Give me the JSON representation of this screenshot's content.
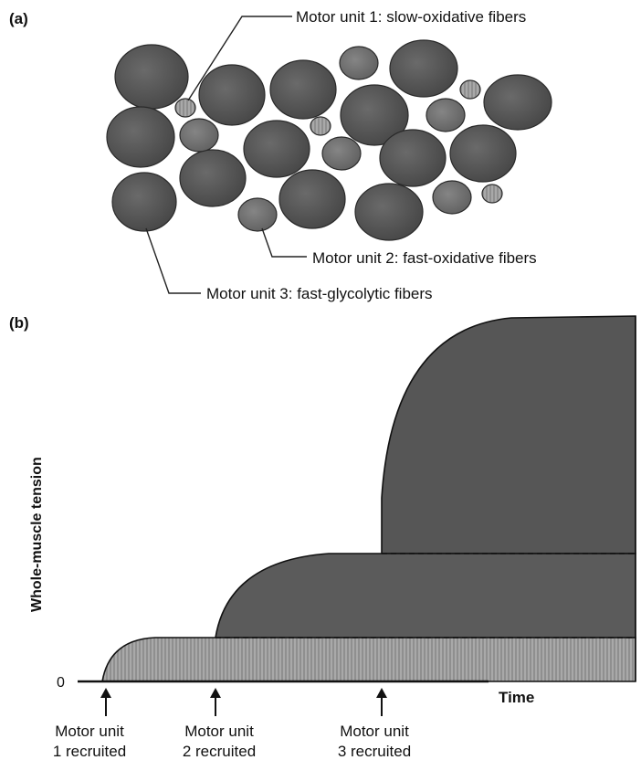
{
  "panel_a": {
    "label": "(a)",
    "callouts": {
      "unit1": "Motor unit 1: slow-oxidative fibers",
      "unit2": "Motor unit 2: fast-oxidative fibers",
      "unit3": "Motor unit 3: fast-glycolytic fibers"
    },
    "colors": {
      "slow_oxidative": "#8a8a8a",
      "fast_oxidative": "#6c6c6c",
      "fast_glycolytic": "#505050"
    }
  },
  "panel_b": {
    "label": "(b)",
    "y_axis_label": "Whole-muscle tension",
    "x_axis_label": "Time",
    "zero_label": "0",
    "recruitment": [
      {
        "line1": "Motor unit",
        "line2": "1 recruited"
      },
      {
        "line1": "Motor unit",
        "line2": "2 recruited"
      },
      {
        "line1": "Motor unit",
        "line2": "3 recruited"
      }
    ],
    "colors": {
      "unit1_fill": "#a8a8a8",
      "unit2_fill": "#5a5a5a",
      "unit3_fill": "#555555"
    }
  }
}
